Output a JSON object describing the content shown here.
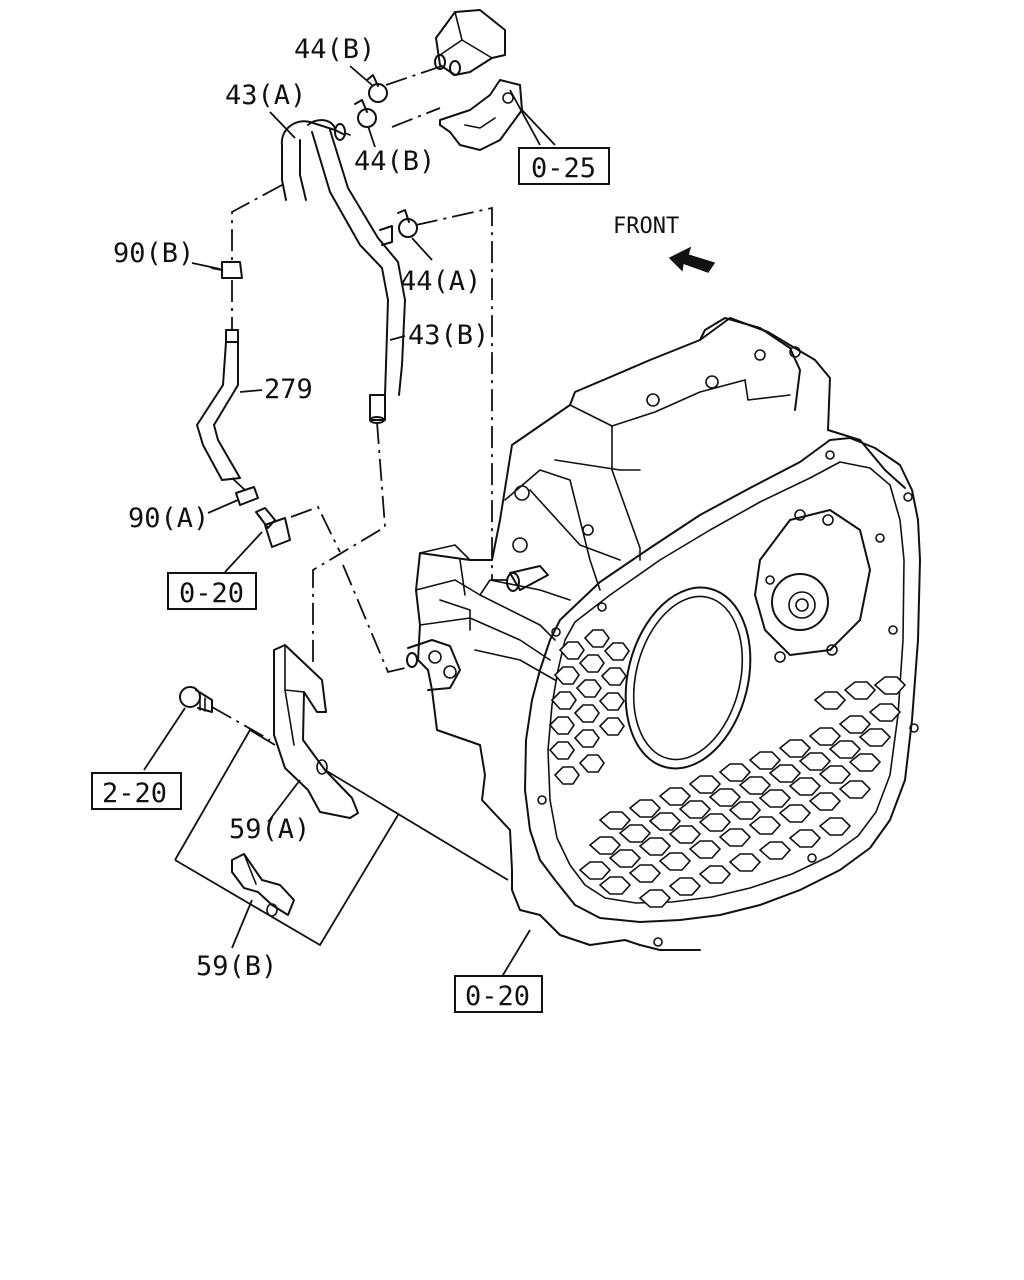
{
  "labels": {
    "p44b_top": "44(B)",
    "p43a": "43(A)",
    "p44b_mid": "44(B)",
    "p90b": "90(B)",
    "p44a": "44(A)",
    "p43b": "43(B)",
    "p279": "279",
    "p90a": "90(A)",
    "p59a": "59(A)",
    "p59b": "59(B)",
    "front": "FRONT"
  },
  "refs": {
    "r025": "0-25",
    "r020_left": "0-20",
    "r220": "2-20",
    "r020_bottom": "0-20"
  }
}
